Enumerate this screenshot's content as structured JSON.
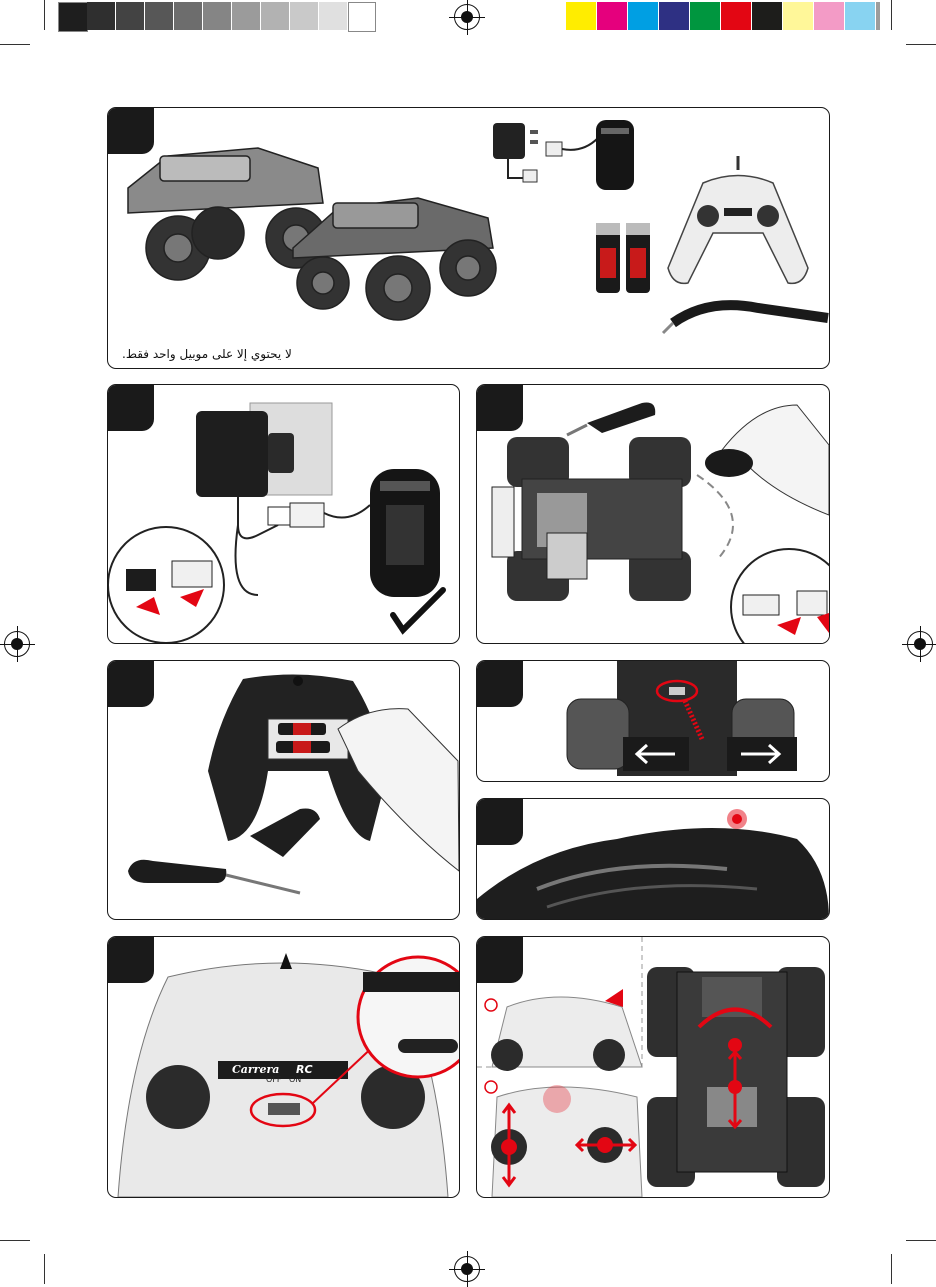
{
  "color_bar": {
    "grays": [
      "#1e1e1e",
      "#2f2f2f",
      "#434343",
      "#575757",
      "#6d6d6d",
      "#858585",
      "#9b9b9b",
      "#b2b2b2",
      "#c9c9c9",
      "#e0e0e0",
      "#ffffff"
    ],
    "colors": [
      "#ffed00",
      "#e5007d",
      "#009fe3",
      "#2e3083",
      "#00963f",
      "#e30613",
      "#1d1d1b",
      "#fff799",
      "#f39bc6",
      "#88d3f1",
      "#9d9d9c"
    ]
  },
  "panel1": {
    "note": "لا يحتوي إلا على موبيل واحد فقط.",
    "icons": [
      "truck-icon",
      "charger-icon",
      "battery-pack-icon",
      "aa-battery-icon",
      "remote-icon",
      "lanyard-icon"
    ]
  },
  "panel2": {
    "icons": [
      "wall-charger-icon",
      "battery-pack-icon",
      "checkmark-icon",
      "connector-icon"
    ]
  },
  "panel3": {
    "icons": [
      "screwdriver-icon",
      "truck-underside-icon",
      "hand-icon",
      "connector-icon"
    ]
  },
  "panel4": {
    "icons": [
      "remote-back-icon",
      "aa-battery-icon",
      "screwdriver-icon",
      "battery-cover-icon"
    ]
  },
  "panel5": {
    "icons": [
      "switch-icon",
      "arrow-left-icon",
      "arrow-right-icon"
    ]
  },
  "panel6": {
    "icons": [
      "led-icon",
      "truck-body-icon"
    ]
  },
  "panel7": {
    "switch_off": "OFF",
    "switch_on": "ON",
    "brand": "Carrera",
    "brand_rc": "RC"
  },
  "panel8": {
    "icons": [
      "remote-icon",
      "steering-arrow-icon",
      "truck-top-icon"
    ]
  },
  "accent": "#e30613"
}
